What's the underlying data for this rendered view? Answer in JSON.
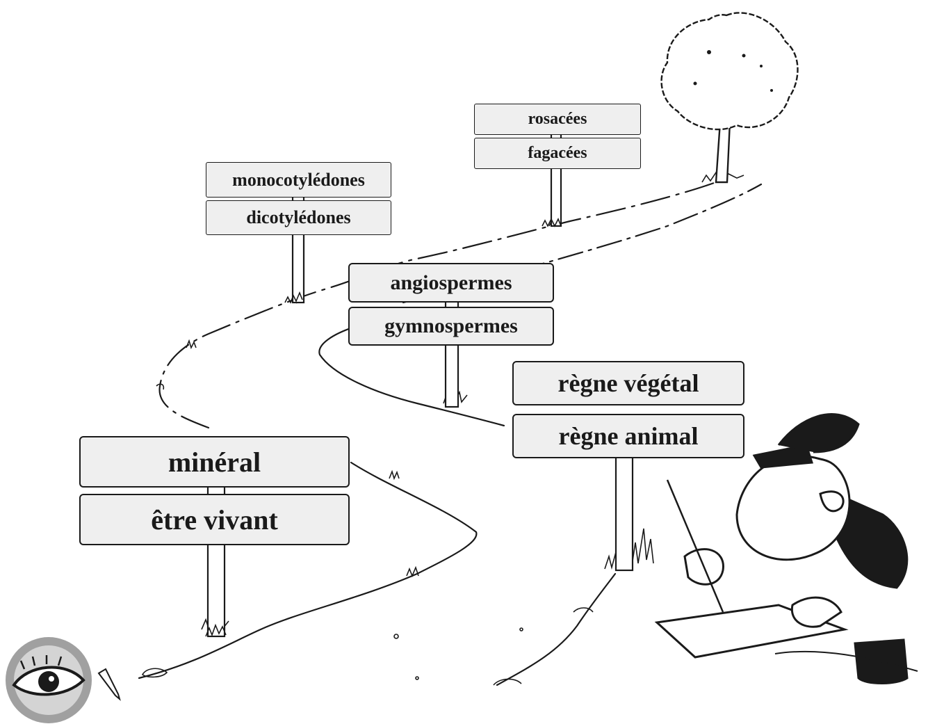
{
  "signposts": [
    {
      "id": "kingdom",
      "boards": [
        "minéral",
        "être vivant"
      ]
    },
    {
      "id": "kingdom-branch",
      "boards": [
        "règne végétal",
        "règne animal"
      ]
    },
    {
      "id": "seed-plants",
      "boards": [
        "angiospermes",
        "gymnospermes"
      ]
    },
    {
      "id": "cotyledons",
      "boards": [
        "monocotylédones",
        "dicotylédones"
      ]
    },
    {
      "id": "families",
      "boards": [
        "rosacées",
        "fagacées"
      ]
    }
  ],
  "colors": {
    "ink": "#1a1a1a",
    "board_fill": "#efefef",
    "logo_grey": "#9a9a9a"
  },
  "icons": [
    "tree-icon",
    "eye-logo-icon",
    "pencil-icon",
    "cartoon-painter-icon"
  ]
}
